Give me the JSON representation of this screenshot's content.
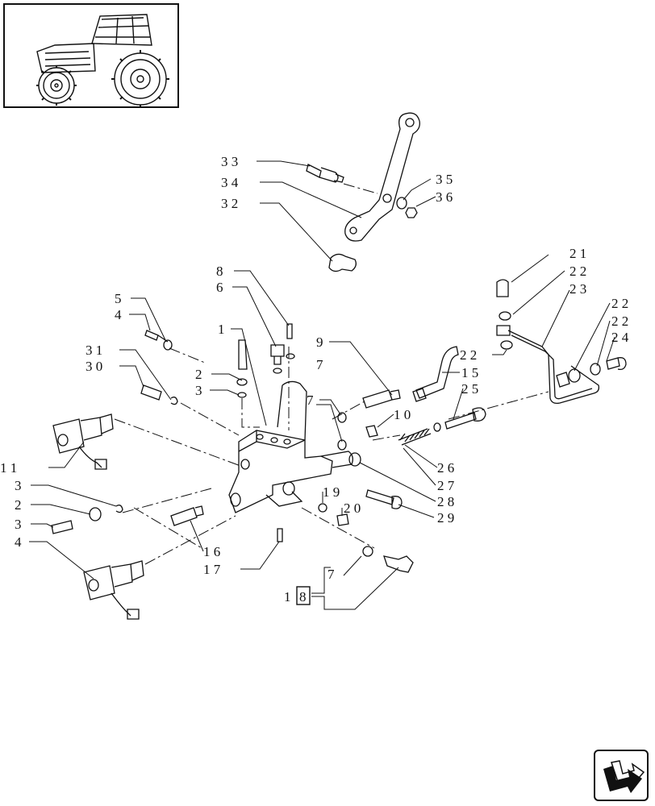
{
  "diagram": {
    "colors": {
      "ink": "#111111",
      "paper": "#ffffff"
    },
    "thumbnail_icon": "tractor-thumbnail-icon",
    "nav_icon": "next-page-arrow-icon",
    "callouts": {
      "c33": "3 3",
      "c34": "3 4",
      "c32": "3 2",
      "c35": "3 5",
      "c36": "3 6",
      "c8": "8",
      "c6": "6",
      "c5": "5",
      "c4": "4",
      "c1": "1",
      "c31": "3 1",
      "c30": "3 0",
      "c2": "2",
      "c3": "3",
      "c9": "9",
      "c7a": "7",
      "c7b": "7",
      "c10": "1 0",
      "c21": "2 1",
      "c22a": "2 2",
      "c23": "2 3",
      "c22b": "2 2",
      "c22c": "2 2",
      "c24": "2 4",
      "c22d": "2 2",
      "c15": "1 5",
      "c25": "2 5",
      "c11": "1 1",
      "c13": "3",
      "c12": "2",
      "c13b": "3",
      "c14": "4",
      "c26": "2 6",
      "c27": "2 7",
      "c28": "2 8",
      "c29": "2 9",
      "c19": "1 9",
      "c20": "2 0",
      "c16": "1 6",
      "c17": "1 7",
      "c7c": "7",
      "c18a": "1",
      "c18b": "8"
    }
  }
}
